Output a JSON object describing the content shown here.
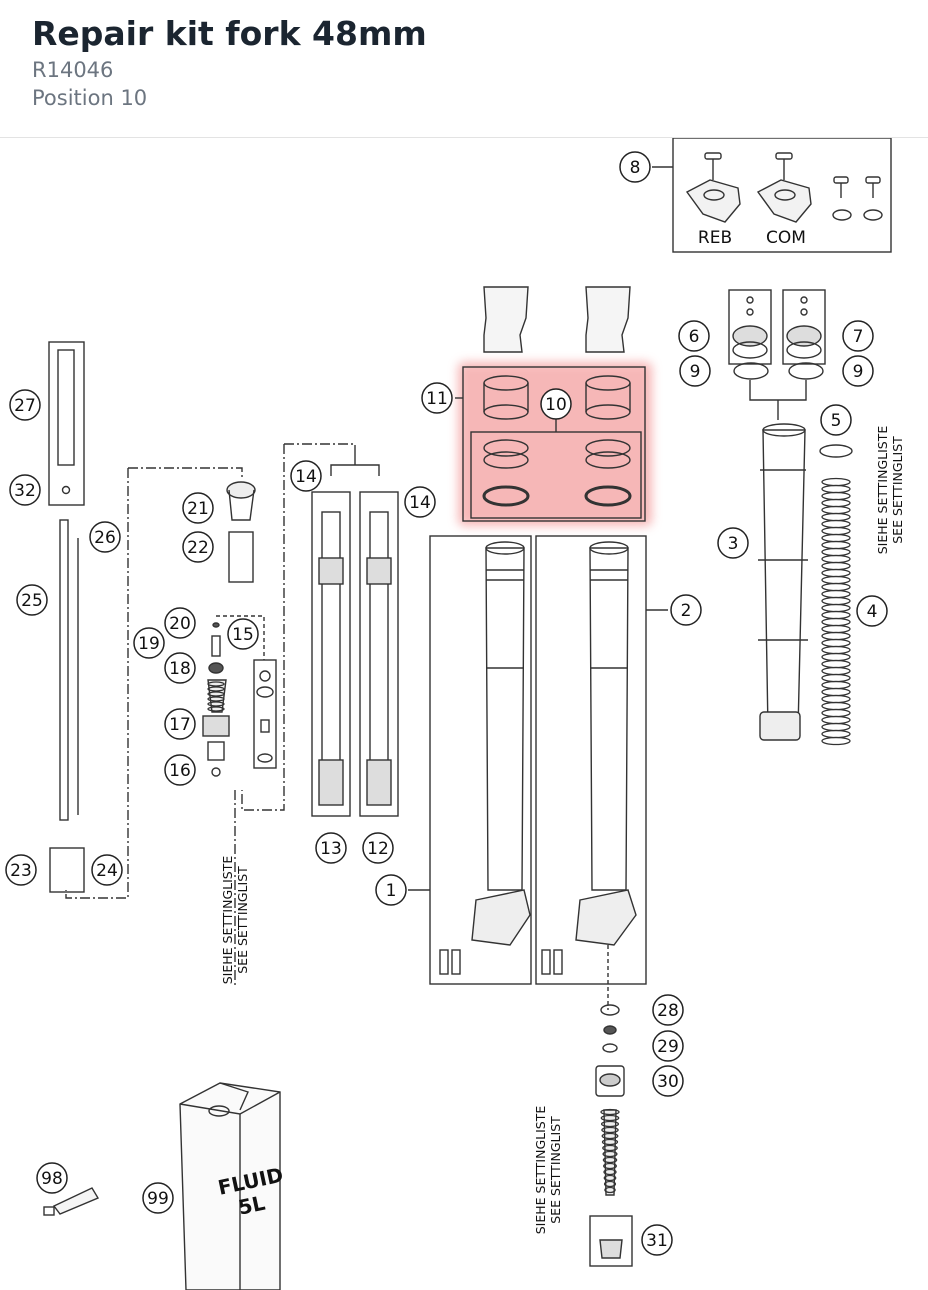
{
  "header": {
    "title": "Repair kit fork 48mm",
    "part_number": "R14046",
    "position": "Position 10"
  },
  "diagram": {
    "callouts": [
      "1",
      "2",
      "3",
      "4",
      "5",
      "6",
      "7",
      "8",
      "9",
      "9",
      "10",
      "11",
      "12",
      "13",
      "14",
      "14",
      "15",
      "16",
      "17",
      "18",
      "19",
      "20",
      "21",
      "22",
      "23",
      "24",
      "25",
      "26",
      "27",
      "28",
      "29",
      "30",
      "31",
      "32",
      "98",
      "99"
    ],
    "labels": {
      "reb": "REB",
      "com": "COM",
      "siehe": "SIEHE SETTINGLISTE",
      "see": "SEE SETTINGLIST",
      "fluid_1": "FLUID",
      "fluid_2": "5L"
    },
    "highlight_color": "#f6a3a3",
    "highlighted_callout": "10"
  }
}
